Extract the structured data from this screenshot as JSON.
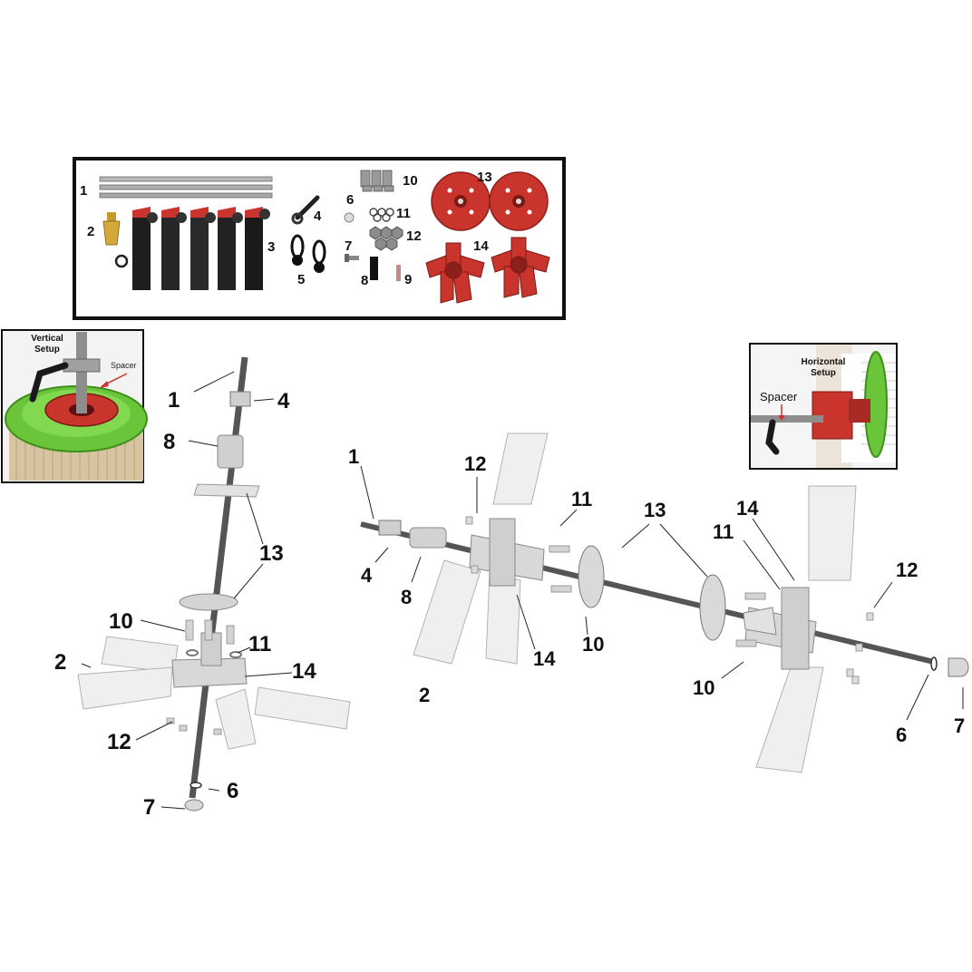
{
  "parts_panel": {
    "numbers": [
      "1",
      "2",
      "3",
      "4",
      "5",
      "6",
      "7",
      "8",
      "9",
      "10",
      "11",
      "12",
      "13",
      "14"
    ]
  },
  "vertical_inset": {
    "title_line1": "Vertical",
    "title_line2": "Setup",
    "spacer_label": "Spacer"
  },
  "horizontal_inset": {
    "title_line1": "Horizontal",
    "title_line2": "Setup",
    "spacer_label": "Spacer"
  },
  "vertical_callouts": {
    "c1": "1",
    "c4": "4",
    "c8": "8",
    "c13": "13",
    "c10": "10",
    "c11": "11",
    "c2": "2",
    "c14": "14",
    "c12": "12",
    "c6": "6",
    "c7": "7"
  },
  "horizontal_callouts": {
    "c1": "1",
    "c12a": "12",
    "c11a": "11",
    "c13": "13",
    "c14": "14",
    "c11b": "11",
    "c12b": "12",
    "c4": "4",
    "c8": "8",
    "c14b": "14",
    "c10a": "10",
    "c2": "2",
    "c10b": "10",
    "c6": "6",
    "c7": "7"
  },
  "colors": {
    "red": "#c9342c",
    "green": "#6bc53a",
    "frame": "#111111",
    "metal": "#9a9a9a"
  }
}
